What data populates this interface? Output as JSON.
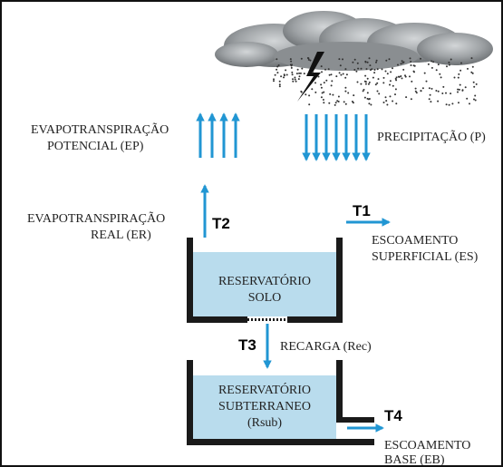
{
  "colors": {
    "arrow": "#2196d3",
    "water": "#b9dced",
    "wall": "#1a1a1a",
    "cloud": "#8f9294",
    "text": "#222222"
  },
  "icons": [
    "storm-cloud-icon",
    "lightning-icon",
    "rain-drops-icon"
  ],
  "labels": {
    "ep_line1": "EVAPOTRANSPIRAÇÃO",
    "ep_line2": "POTENCIAL (EP)",
    "precip": "PRECIPITAÇÃO (P)",
    "er_line1": "EVAPOTRANSPIRAÇÃO",
    "er_line2": "REAL (ER)",
    "es_line1": "ESCOAMENTO",
    "es_line2": "SUPERFICIAL (ES)",
    "soil_line1": "RESERVATÓRIO",
    "soil_line2": "SOLO",
    "recharge": "RECARGA (Rec)",
    "sub_line1": "RESERVATÓRIO",
    "sub_line2": "SUBTERRANEO",
    "sub_line3": "(Rsub)",
    "eb_line1": "ESCOAMENTO",
    "eb_line2": "BASE (EB)"
  },
  "tags": {
    "t1": "T1",
    "t2": "T2",
    "t3": "T3",
    "t4": "T4"
  }
}
